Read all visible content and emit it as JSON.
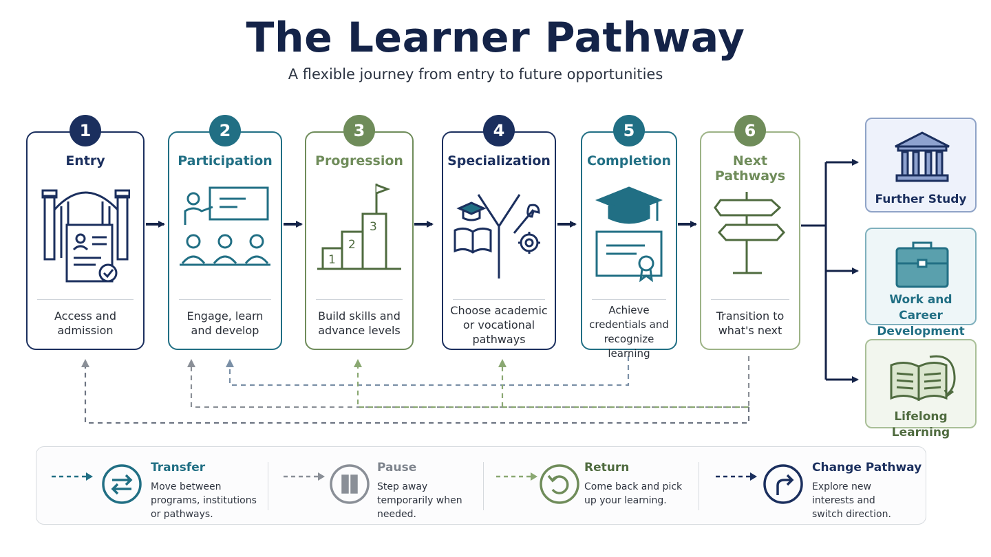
{
  "title": "The Learner Pathway",
  "subtitle": "A flexible journey from entry to future opportunities",
  "colors": {
    "navy": "#1b2f5e",
    "teal": "#216f84",
    "green": "#6f8c5a",
    "slate": "#5b6472"
  },
  "stages": [
    {
      "number": "1",
      "title": "Entry",
      "desc": "Access and admission",
      "icon": "gate-admission-icon",
      "color": "#1b2f5e"
    },
    {
      "number": "2",
      "title": "Participation",
      "desc": "Engage, learn and develop",
      "icon": "classroom-icon",
      "color": "#216f84"
    },
    {
      "number": "3",
      "title": "Progression",
      "desc": "Build skills and advance levels",
      "icon": "stairs-flag-icon",
      "color": "#6f8c5a"
    },
    {
      "number": "4",
      "title": "Specialization",
      "desc": "Choose academic or vocational pathways",
      "icon": "fork-path-icon",
      "color": "#1b2f5e"
    },
    {
      "number": "5",
      "title": "Completion",
      "desc": "Achieve credentials and recognize learning",
      "icon": "graduation-certificate-icon",
      "color": "#216f84"
    },
    {
      "number": "6",
      "title": "Next Pathways",
      "desc": "Transition to what's next",
      "icon": "signpost-icon",
      "color": "#6f8c5a"
    }
  ],
  "outcomes": [
    {
      "label": "Further Study",
      "icon": "university-icon"
    },
    {
      "label": "Work and Career Development",
      "icon": "briefcase-icon"
    },
    {
      "label": "Lifelong Learning",
      "icon": "open-book-icon"
    }
  ],
  "legend": [
    {
      "title": "Transfer",
      "desc": "Move between programs, institutions or pathways.",
      "icon": "transfer-arrows-icon",
      "color": "#216f84"
    },
    {
      "title": "Pause",
      "desc": "Step away temporarily when needed.",
      "icon": "pause-icon",
      "color": "#8a8f97"
    },
    {
      "title": "Return",
      "desc": "Come back and pick up your learning.",
      "icon": "return-icon",
      "color": "#6f8c5a"
    },
    {
      "title": "Change Pathway",
      "desc": "Explore new interests and switch direction.",
      "icon": "change-direction-icon",
      "color": "#1b2f5e"
    }
  ]
}
